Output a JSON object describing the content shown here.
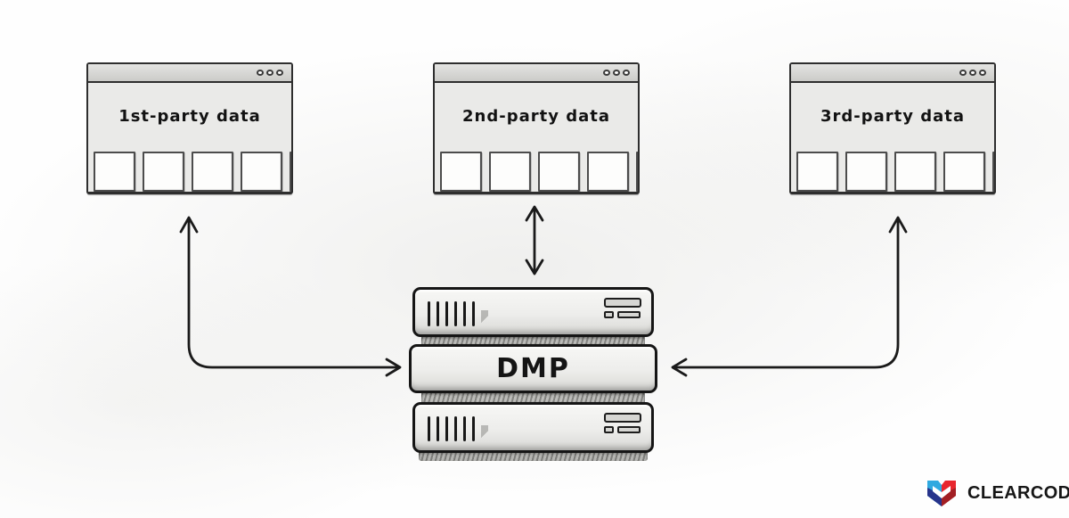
{
  "diagram": {
    "windows": [
      {
        "label": "1st-party data",
        "control_dots": 3,
        "card_count": 5
      },
      {
        "label": "2nd-party data",
        "control_dots": 3,
        "card_count": 5
      },
      {
        "label": "3rd-party data",
        "control_dots": 3,
        "card_count": 5
      }
    ],
    "server": {
      "label": "DMP",
      "unit_count": 3
    },
    "arrows": [
      {
        "from": "1st-party data",
        "to": "DMP",
        "shape": "elbow",
        "heads": [
          "up",
          "right"
        ]
      },
      {
        "from": "2nd-party data",
        "to": "DMP",
        "shape": "vertical",
        "heads": [
          "up",
          "down"
        ]
      },
      {
        "from": "3rd-party data",
        "to": "DMP",
        "shape": "elbow",
        "heads": [
          "up",
          "left"
        ]
      }
    ]
  },
  "branding": {
    "logo_text": "CLEARCODE",
    "logo_icon": "clearcode-hex-heart-mark",
    "logo_colors": {
      "light_blue": "#2fa9e0",
      "dark_blue": "#27348b",
      "red": "#e8262d",
      "dark_red": "#a21f24",
      "text": "#161616"
    }
  },
  "palette": {
    "ink": "#1a1a1a",
    "window_body": "#eaeae8",
    "titlebar": "#d9d9d6",
    "card": "#fdfdfc",
    "server_face": "#efefec",
    "hatch": "#848481",
    "background": "#fefefe"
  }
}
